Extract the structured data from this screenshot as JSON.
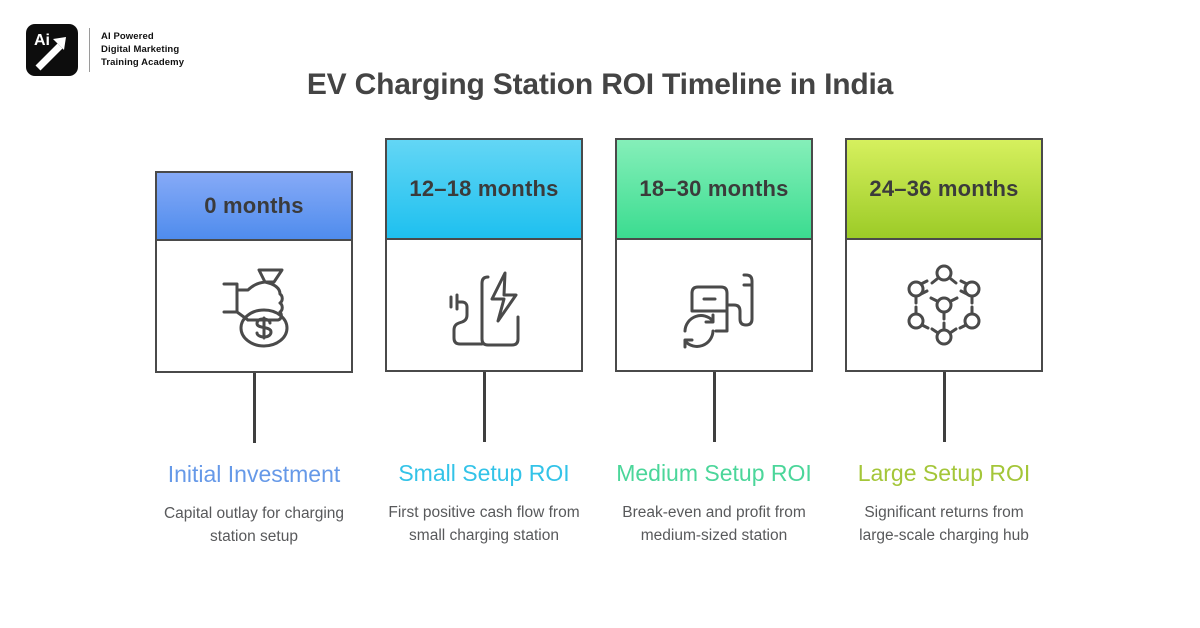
{
  "logo": {
    "mark_text": "Ai",
    "mark_icon": "upward-arrow-icon",
    "lines": [
      "AI Powered",
      "Digital Marketing",
      "Training Academy"
    ]
  },
  "title": "EV Charging Station ROI Timeline in India",
  "colors": {
    "title": "#444444",
    "body_text": "#58595b",
    "card_border": "#4a4a4a",
    "connector": "#3f3f3f",
    "stage1_accent": "#6699e8",
    "stage2_accent": "#33c3e8",
    "stage3_accent": "#4bd69a",
    "stage4_accent": "#a4c639"
  },
  "stages": [
    {
      "time": "0 months",
      "icon": "hand-holding-money-bag-icon",
      "label": "Initial Investment",
      "label_color": "#6699e8",
      "description": "Capital outlay for charging station setup",
      "header_gradient_top": "#86aaf7",
      "header_gradient_bottom": "#4f8ced"
    },
    {
      "time": "12–18 months",
      "icon": "ev-charger-plug-bolt-icon",
      "label": "Small Setup ROI",
      "label_color": "#33c3e8",
      "description": "First positive cash flow from small charging station",
      "header_gradient_top": "#63d6f5",
      "header_gradient_bottom": "#1ec0ef"
    },
    {
      "time": "18–30 months",
      "icon": "charging-pump-refresh-icon",
      "label": "Medium Setup ROI",
      "label_color": "#4bd69a",
      "description": "Break-even and profit from medium-sized station",
      "header_gradient_top": "#85efb9",
      "header_gradient_bottom": "#3bdc90"
    },
    {
      "time": "24–36 months",
      "icon": "network-hub-nodes-icon",
      "label": "Large Setup ROI",
      "label_color": "#a4c639",
      "description": "Significant returns from large-scale charging hub",
      "header_gradient_top": "#d6f05e",
      "header_gradient_bottom": "#9ccb27"
    }
  ]
}
